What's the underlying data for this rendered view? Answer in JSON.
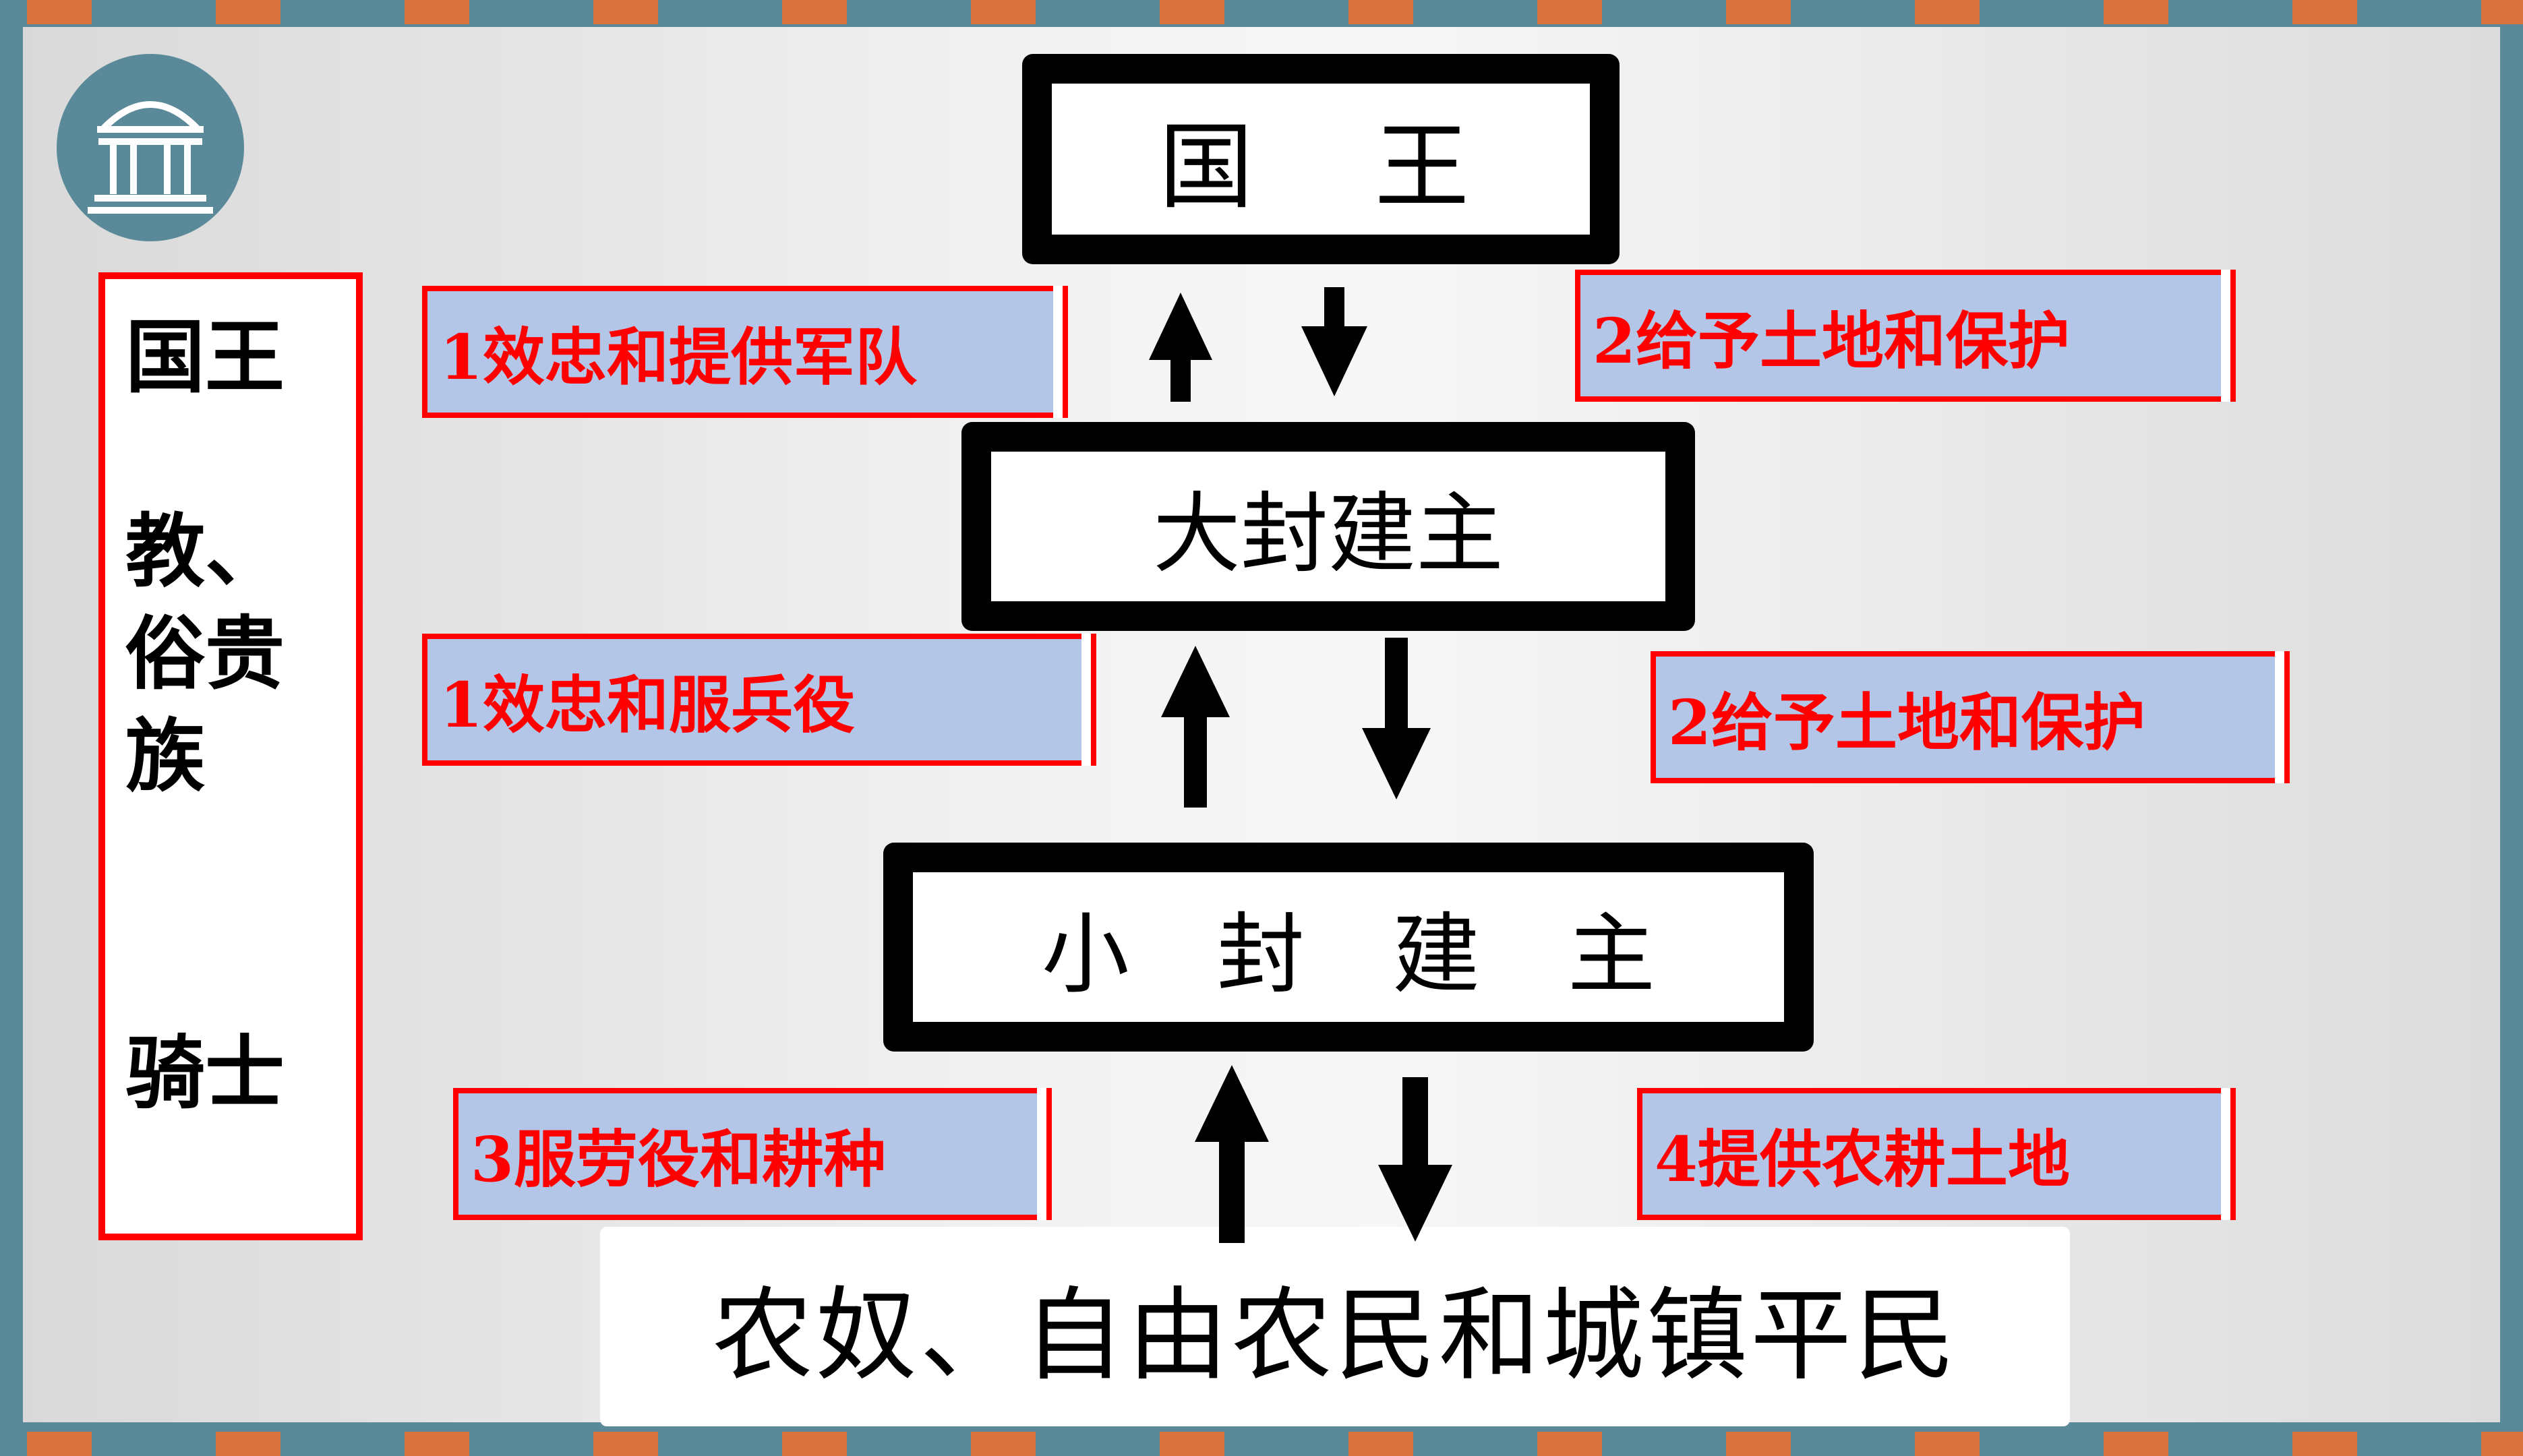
{
  "colors": {
    "background_teal": "#5a8a99",
    "stripe_orange": "#d9733f",
    "stripe_teal": "#5a8a99",
    "label_fill": "#b4c6e7",
    "label_red": "#ff0000"
  },
  "logo": {
    "icon": "temple-icon"
  },
  "hierarchy": {
    "king": "国　王",
    "great_lords": "大封建主",
    "lesser_lords": "小　封　建　主",
    "peasants": "农奴、自由农民和城镇平民"
  },
  "relations": {
    "lord_to_king": "1效忠和提供军队",
    "king_to_lord": "2给予土地和保护",
    "lesser_to_great": "1效忠和服兵役",
    "great_to_lesser": "2给予土地和保护",
    "peasant_to_lesser": "3服劳役和耕种",
    "lesser_to_peasant": "4提供农耕土地"
  },
  "sidebar": {
    "king": "国王",
    "nobles_line1": "教、",
    "nobles_line2": "俗贵",
    "nobles_line3": "族",
    "knights": "骑士"
  }
}
